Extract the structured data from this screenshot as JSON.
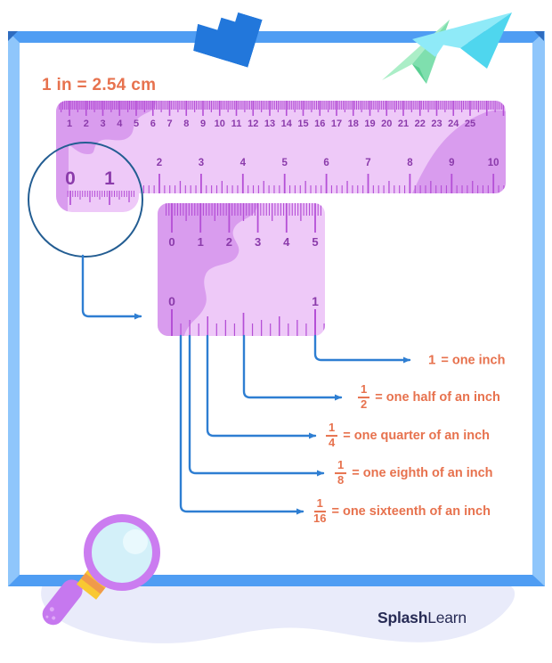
{
  "title": "1 in = 2.54 cm",
  "big_ruler": {
    "cm_numbers": [
      "1",
      "2",
      "3",
      "4",
      "5",
      "6",
      "7",
      "8",
      "9",
      "10",
      "11",
      "12",
      "13",
      "14",
      "15",
      "16",
      "17",
      "18",
      "19",
      "20",
      "21",
      "22",
      "23",
      "24",
      "25"
    ],
    "inch_numbers": [
      "2",
      "3",
      "4",
      "5",
      "6",
      "7",
      "8",
      "9",
      "10"
    ],
    "magnified_inch_numbers": [
      "0",
      "1"
    ]
  },
  "zoom_ruler": {
    "cm_numbers": [
      "0",
      "1",
      "2",
      "3",
      "4",
      "5"
    ],
    "inch_numbers": [
      "0",
      "1"
    ]
  },
  "fraction_labels": [
    {
      "whole": "1",
      "numerator": null,
      "denominator": null,
      "text": "= one inch"
    },
    {
      "whole": null,
      "numerator": "1",
      "denominator": "2",
      "text": "= one half of an inch"
    },
    {
      "whole": null,
      "numerator": "1",
      "denominator": "4",
      "text": "= one quarter of an inch"
    },
    {
      "whole": null,
      "numerator": "1",
      "denominator": "8",
      "text": "= one eighth of an inch"
    },
    {
      "whole": null,
      "numerator": "1",
      "denominator": "16",
      "text": "= one sixteenth of an inch"
    }
  ],
  "brand": {
    "bold": "Splash",
    "regular": "Learn"
  },
  "colors": {
    "ruler_light": "#eec9f8",
    "ruler_dark": "#d99cee",
    "tick_purple": "#b44fd6",
    "num_purple": "#8b3bab",
    "orange": "#e7724e",
    "connector_blue": "#2e7ed2",
    "circle_blue": "#235d92",
    "frame_blue": "#4f9df3",
    "frame_blue_light": "#8fc6fb",
    "frame_dark": "#2e6cc0",
    "navy": "#272b55",
    "wave": "#e9ebfa",
    "tetro_blue": "#2277db",
    "plane_green_light": "#abeec7",
    "plane_green_mid": "#7fdfae",
    "plane_green_dark": "#58cf92",
    "plane_cyan_light": "#8feaf8",
    "plane_cyan_mid": "#4fd6ee",
    "plane_cyan_dark": "#28bedd",
    "mag_rim": "#cb7cf0",
    "mag_lens": "#d3f0f9",
    "mag_highlight": "#e9f9fd",
    "mag_yellow": "#f9c832",
    "mag_orange": "#f09a4b",
    "mag_purple": "#c678ef"
  }
}
